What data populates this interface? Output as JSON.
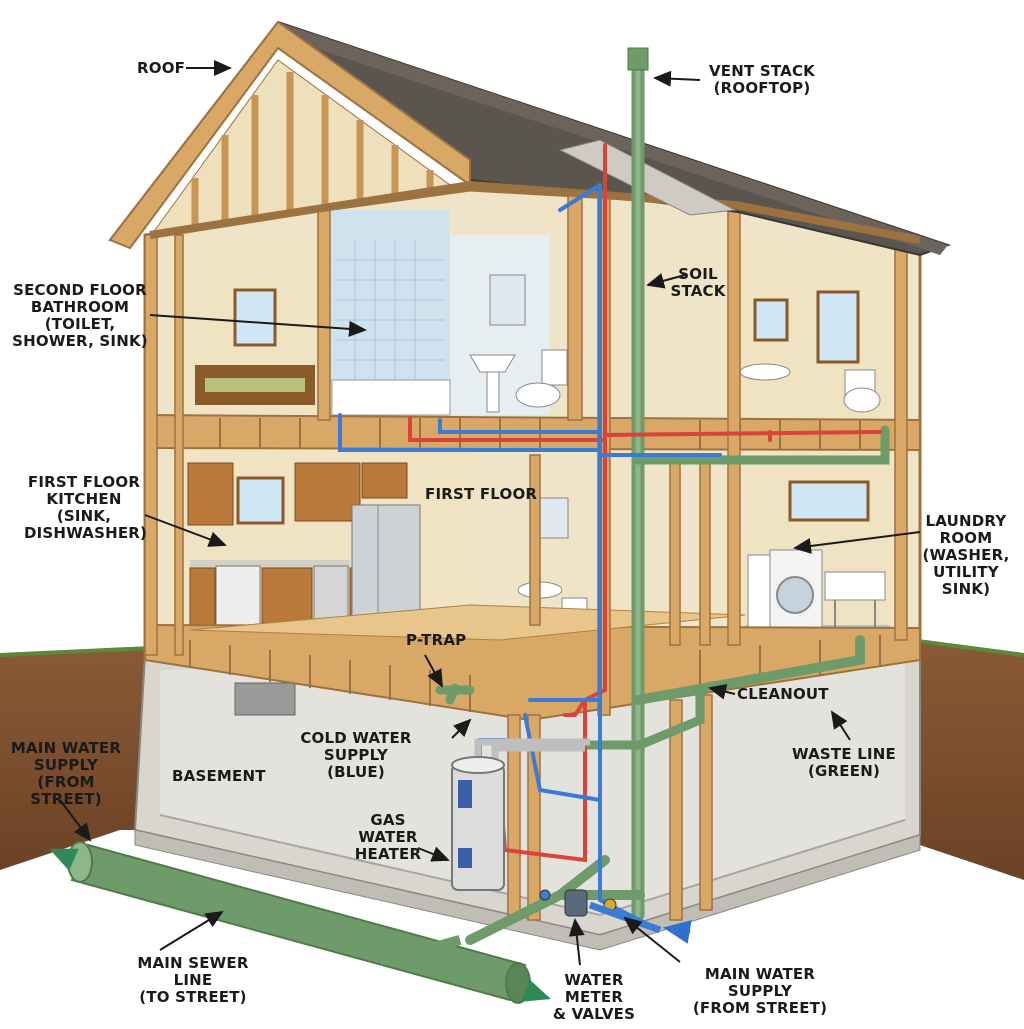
{
  "labels": {
    "roof": "ROOF",
    "vent_stack": "VENT STACK\n(ROOFTOP)",
    "second_floor_bathroom": "SECOND FLOOR\nBATHROOM\n(TOILET,\nSHOWER, SINK)",
    "soil_stack": "SOIL\nSTACK",
    "first_floor_kitchen": "FIRST FLOOR\nKITCHEN\n(SINK,\nDISHWASHER)",
    "first_floor": "FIRST FLOOR",
    "laundry_room": "LAUNDRY\nROOM\n(WASHER,\nUTILITY\nSINK)",
    "p_trap": "P-TRAP",
    "cleanout": "CLEANOUT",
    "cold_water_supply": "COLD WATER SUPPLY\n(BLUE)",
    "waste_line": "WASTE LINE\n(GREEN)",
    "main_water_supply_left": "MAIN WATER\nSUPPLY (FROM\nSTREET)",
    "basement": "BASEMENT",
    "gas_water_heater": "GAS WATER\nHEATER",
    "main_sewer_line": "MAIN SEWER LINE\n(TO STREET)",
    "water_meter": "WATER METER\n& VALVES",
    "main_water_supply_right": "MAIN WATER SUPPLY\n(FROM STREET)"
  },
  "colors": {
    "cold_water": "#3a7bd5",
    "hot_water": "#d9433a",
    "waste": "#6f9a6a",
    "framing": "#d9a866",
    "roof": "#5b5550",
    "foundation": "#c9c7c1"
  }
}
